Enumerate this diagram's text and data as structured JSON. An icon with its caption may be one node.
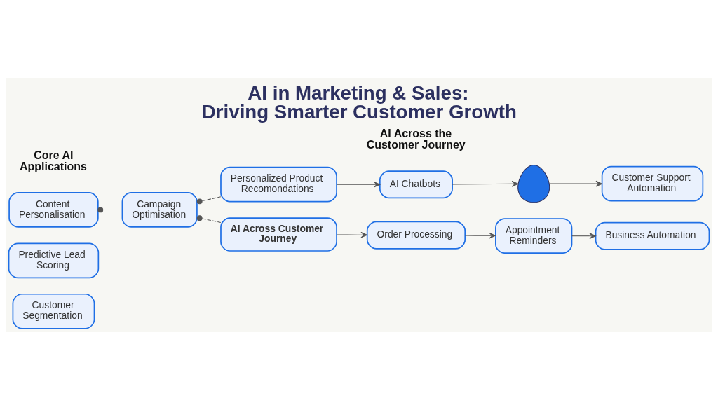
{
  "diagram": {
    "title": "AI in Marketing & Sales: Driving Smarter Customer Growth",
    "nodes": [
      {
        "text": [
          "Customer Segmentation"
        ]
      },
      {
        "text": [
          "Predictive Lead Scoring"
        ]
      },
      {
        "text": [
          "Content Personalisation"
        ]
      },
      {
        "text": [
          "Campaign Optimisation"
        ]
      },
      {
        "text": [
          "Personalized Product Recomondations"
        ]
      },
      {
        "text": [
          "AI Chatbots"
        ]
      },
      {
        "text": [],
        "shape": "person"
      },
      {
        "text": [
          "Customer Support Automation"
        ]
      },
      {
        "text": [
          "AI Across Customer Journey"
        ]
      },
      {
        "text": [
          "Order Processing"
        ]
      },
      {
        "text": [
          "Appointment Reminders"
        ]
      },
      {
        "text": [
          "Business Automation"
        ]
      }
    ],
    "edges": [
      {
        "from": 2,
        "to": 3,
        "arrow": "other",
        "style": "dashed"
      },
      {
        "from": 3,
        "to": 4,
        "arrow": "other",
        "style": "dashed"
      },
      {
        "from": 3,
        "to": 8,
        "arrow": "other",
        "style": "dashed"
      },
      {
        "from": 4,
        "to": 5,
        "arrow": "to"
      },
      {
        "from": 5,
        "to": 6,
        "arrow": "to"
      },
      {
        "from": 6,
        "to": 7,
        "arrow": "to"
      },
      {
        "from": 8,
        "to": 9,
        "arrow": "to"
      },
      {
        "from": 9,
        "to": 10,
        "arrow": "to"
      },
      {
        "from": 10,
        "to": 11,
        "arrow": "to"
      }
    ],
    "labels": [
      "Core AI Applications",
      "AI Across the Customer Journey"
    ]
  }
}
